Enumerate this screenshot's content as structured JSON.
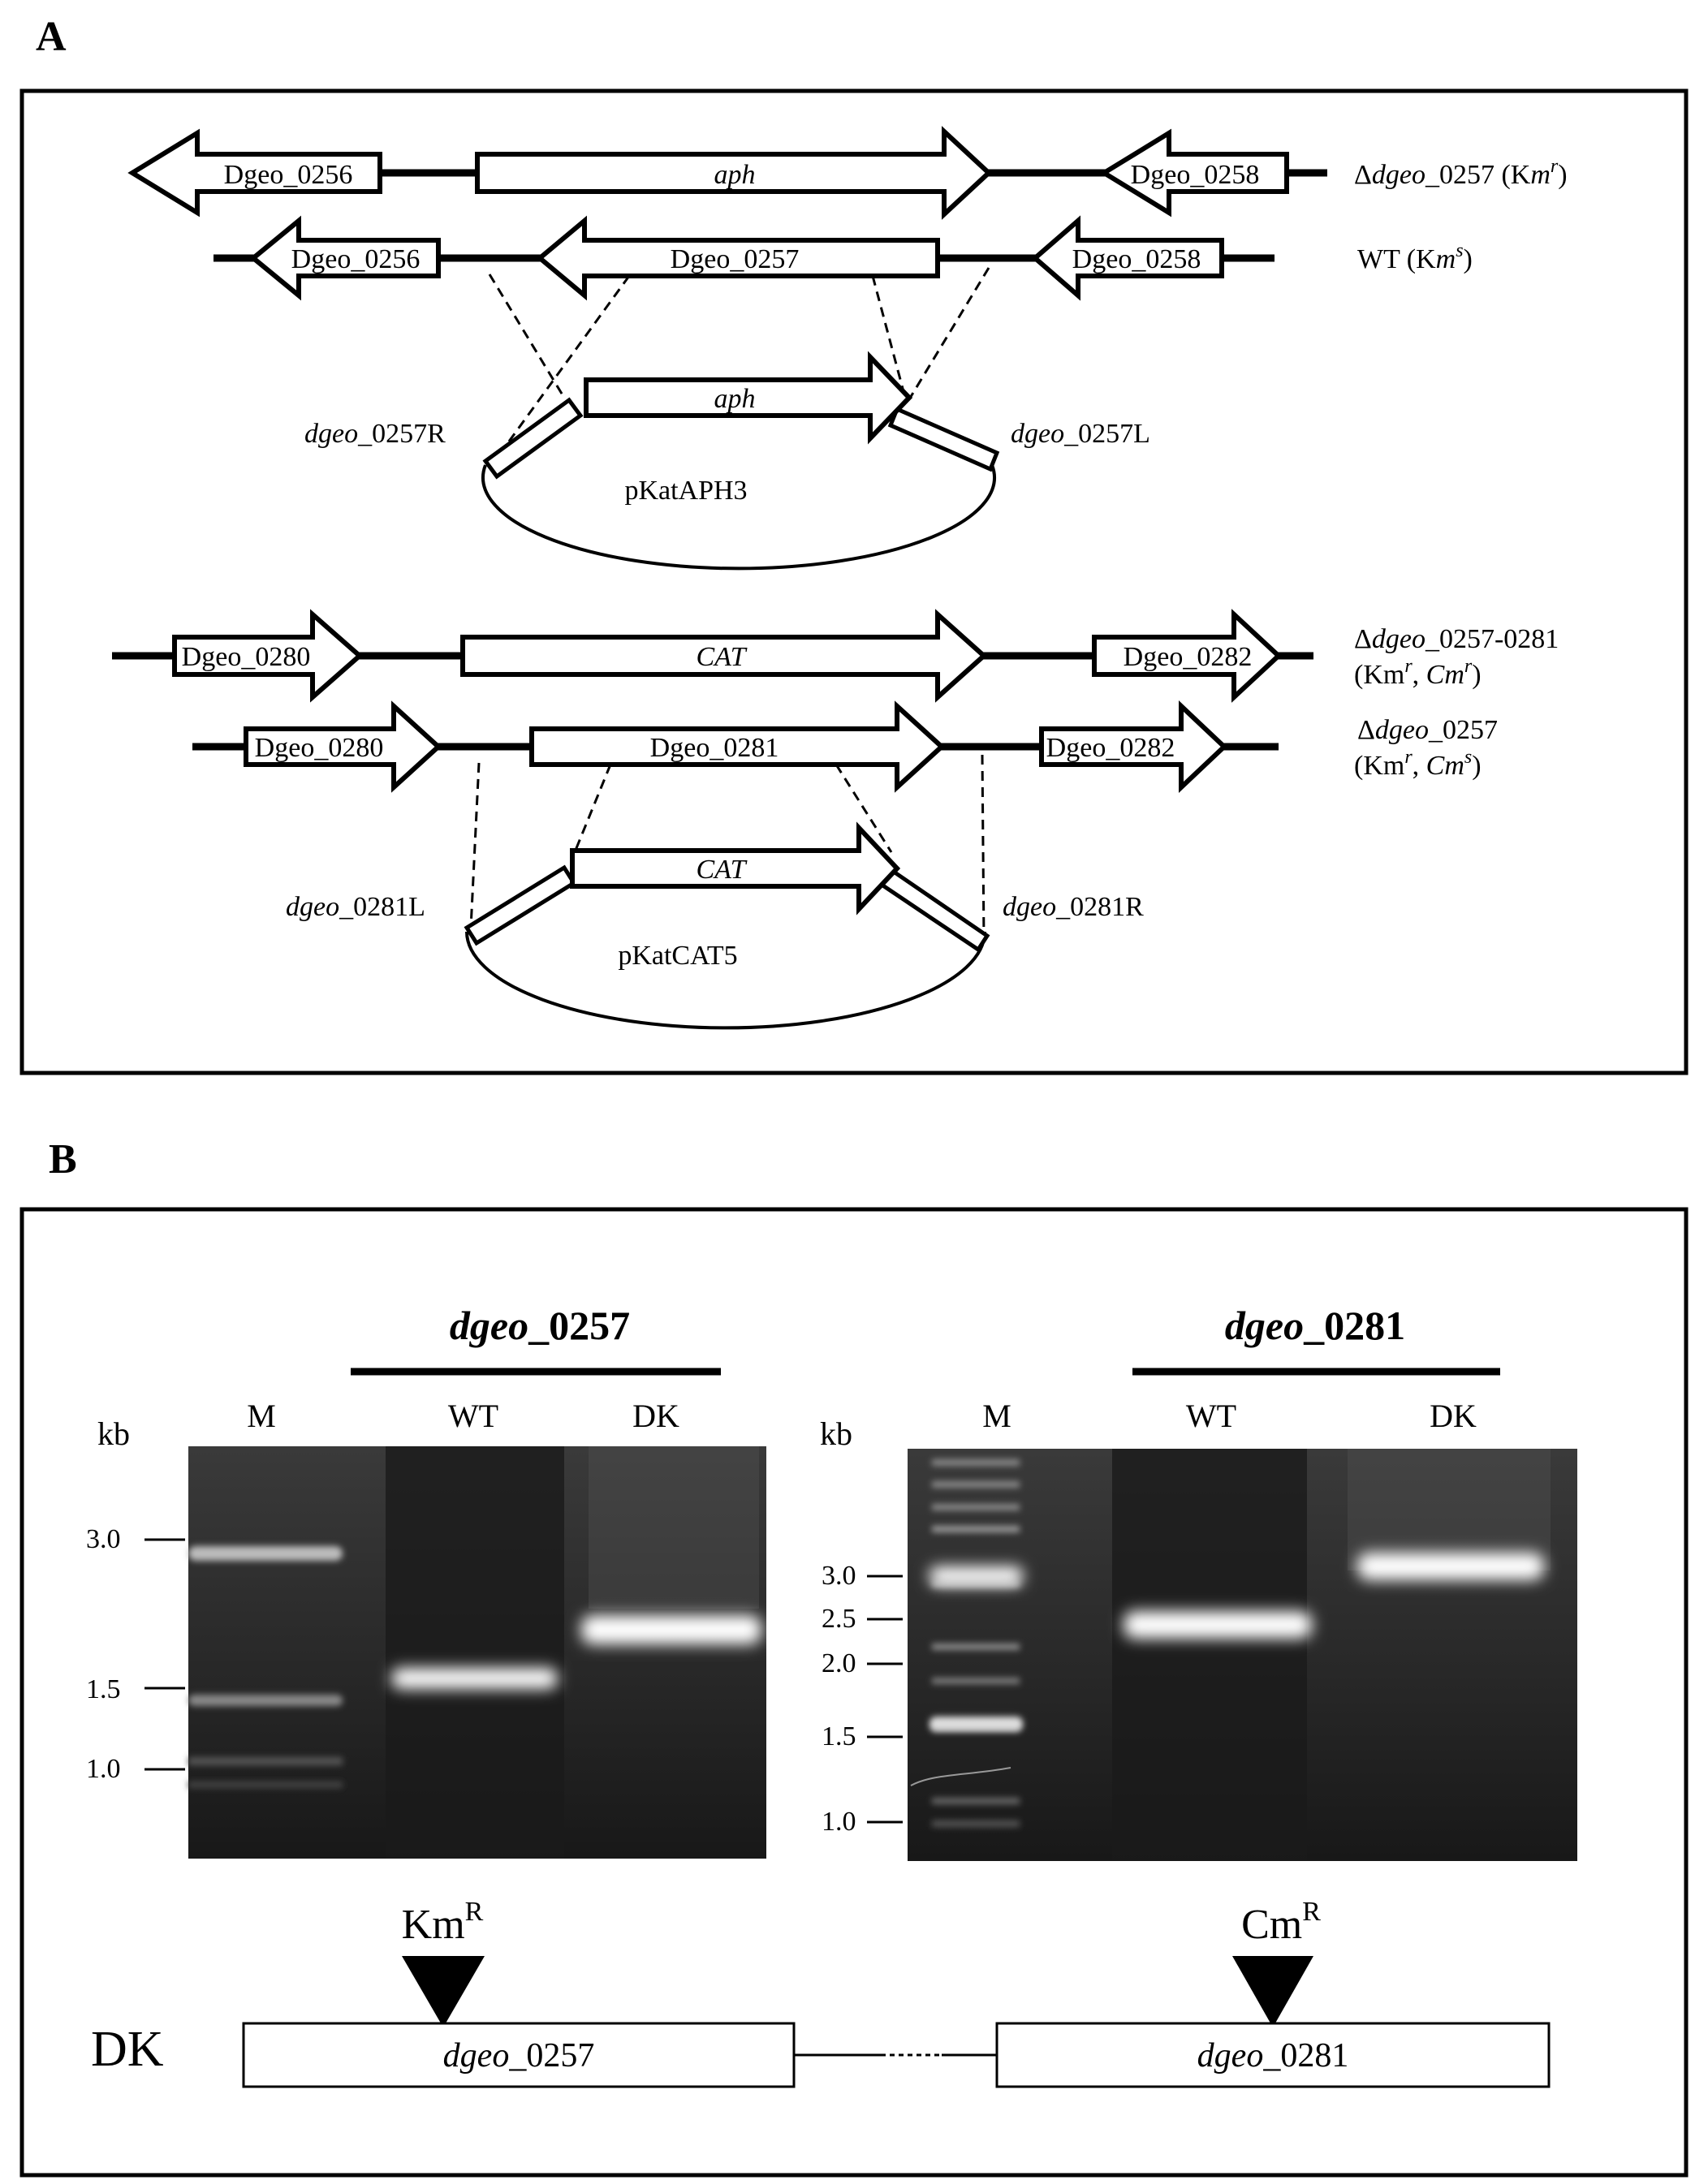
{
  "panelA": {
    "letter": "A",
    "rows": {
      "mut1": {
        "left": "Dgeo_0256",
        "mid": "aph",
        "right": "Dgeo_0258",
        "label_delta": "Δ",
        "label_gene": "dgeo",
        "label_rest": "_0257 (K",
        "label_m": "m",
        "label_sup": "r",
        "label_close": ")"
      },
      "wt": {
        "left": "Dgeo_0256",
        "mid": "Dgeo_0257",
        "right": "Dgeo_0258",
        "label_a": "WT (K",
        "label_m": "m",
        "label_sup": "s",
        "label_close": ")"
      },
      "plasmid1": {
        "insert": "aph",
        "name": "pKatAPH3",
        "left_gene": "dgeo",
        "left_rest": "_0257R",
        "right_gene": "dgeo",
        "right_rest": "_0257L"
      },
      "mut2": {
        "left": "Dgeo_0280",
        "mid": "CAT",
        "right": "Dgeo_0282",
        "line1_delta": "Δ",
        "line1_gene": "dgeo",
        "line1_rest": "_0257-0281",
        "line2": "(Km",
        "line2_sup1": "r",
        "line2_mid": ", ",
        "line2_cm": "Cm",
        "line2_sup2": "r",
        "line2_close": ")"
      },
      "mut1b": {
        "left": "Dgeo_0280",
        "mid": "Dgeo_0281",
        "right": "Dgeo_0282",
        "line1_delta": "Δ",
        "line1_gene": "dgeo",
        "line1_rest": "_0257",
        "line2": "(Km",
        "line2_sup1": "r",
        "line2_mid": ", ",
        "line2_cm": "Cm",
        "line2_sup2": "s",
        "line2_close": ")"
      },
      "plasmid2": {
        "insert": "CAT",
        "name": "pKatCAT5",
        "left_gene": "dgeo",
        "left_rest": "_0281L",
        "right_gene": "dgeo",
        "right_rest": "_0281R"
      }
    }
  },
  "panelB": {
    "letter": "B",
    "gel1": {
      "title_gene": "dgeo",
      "title_rest": "_0257",
      "lanes": [
        "M",
        "WT",
        "DK"
      ],
      "unit": "kb",
      "markers": [
        "3.0",
        "1.5",
        "1.0"
      ]
    },
    "gel2": {
      "title_gene": "dgeo",
      "title_rest": "_0281",
      "lanes": [
        "M",
        "WT",
        "DK"
      ],
      "unit": "kb",
      "markers": [
        "3.0",
        "2.5",
        "2.0",
        "1.5",
        "1.0"
      ]
    },
    "insert1": {
      "text": "Km",
      "sup": "R"
    },
    "insert2": {
      "text": "Cm",
      "sup": "R"
    },
    "dk_label": "DK",
    "box1": {
      "gene": "dgeo",
      "rest": "_0257"
    },
    "box2": {
      "gene": "dgeo",
      "rest": "_0281"
    }
  }
}
